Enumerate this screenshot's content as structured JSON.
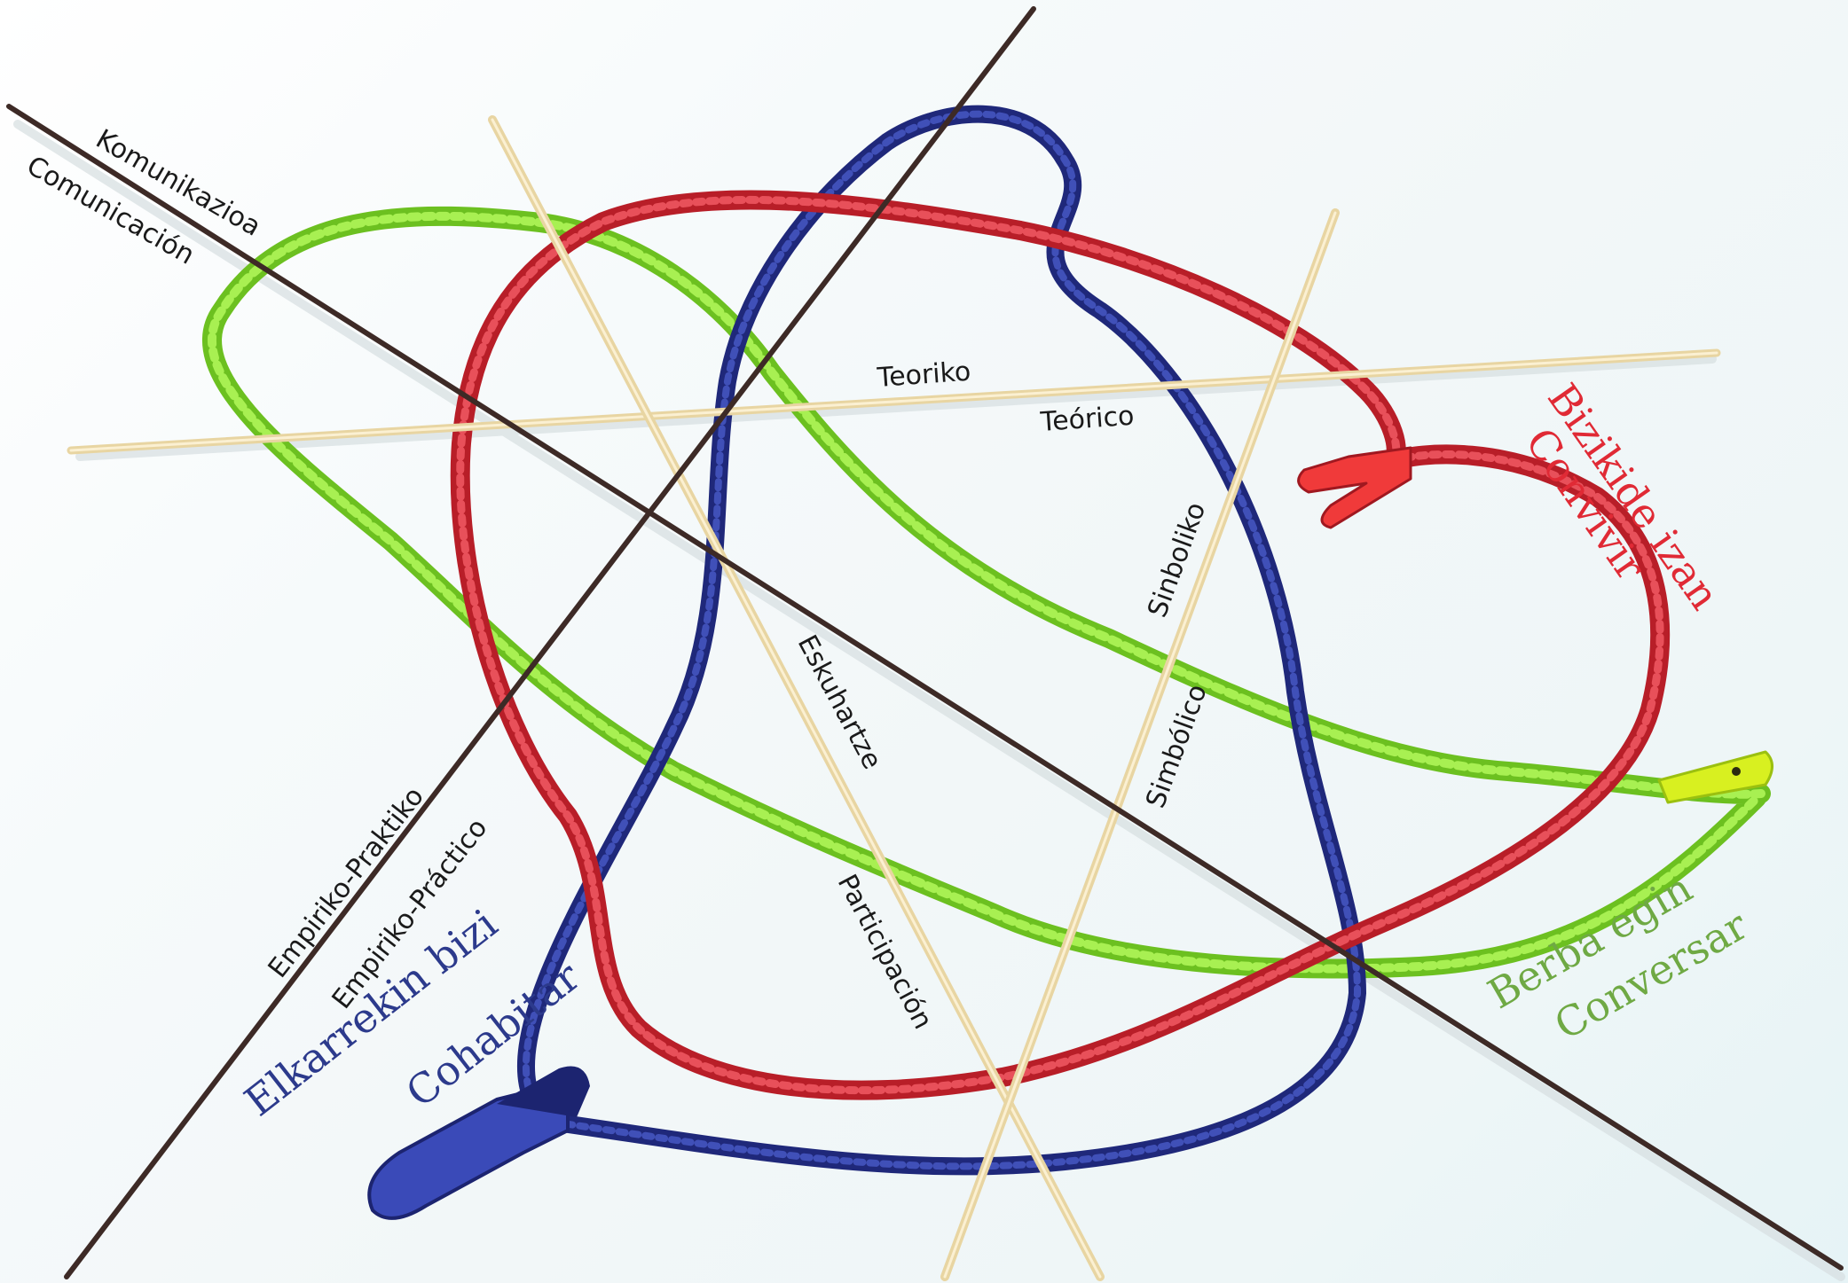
{
  "labels": {
    "komunikazioa": "Komunikazioa",
    "comunicacion": "Comunicación",
    "teoriko": "Teoriko",
    "teorico": "Teórico",
    "sinboliko": "Sinboliko",
    "simbolico": "Simbólico",
    "eskuhartze": "Eskuhartze",
    "participacion": "Participación",
    "empiriko_praktiko": "Empiriko-Praktiko",
    "empiriko_practico": "Empiriko-Práctico",
    "bizikide_izan": "Bizikide izan",
    "convivir": "Convivir",
    "berba_egin": "Berba egin",
    "conversar": "Conversar",
    "elkarrekin_bizi": "Elkarrekin bizi",
    "cohabitar": "Cohabitar"
  },
  "colors": {
    "red_zipper": "#c9252f",
    "green_zipper": "#8fe33a",
    "blue_zipper": "#27308e",
    "brown_stick": "#3d2a26",
    "bamboo_stick": "#efe0b4",
    "red_text": "#e02a35",
    "green_text": "#6fa944",
    "blue_text": "#2c3a8c"
  }
}
